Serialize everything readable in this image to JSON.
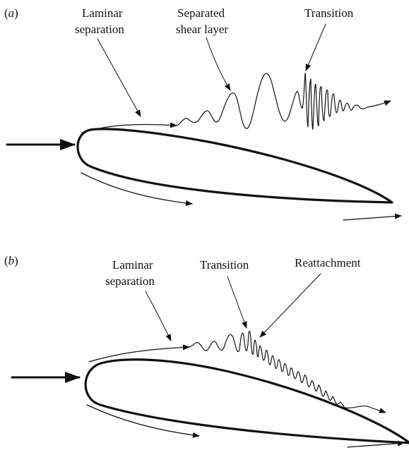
{
  "panels": [
    {
      "label_open": "(",
      "label_letter": "a",
      "label_close": ")",
      "annotations": {
        "laminar_line1": "Laminar",
        "laminar_line2": "separation",
        "shear_line1": "Separated",
        "shear_line2": "shear layer",
        "transition": "Transition"
      }
    },
    {
      "label_open": "(",
      "label_letter": "b",
      "label_close": ")",
      "annotations": {
        "laminar_line1": "Laminar",
        "laminar_line2": "separation",
        "transition": "Transition",
        "reattachment": "Reattachment"
      }
    }
  ],
  "colors": {
    "ink": "#111111",
    "background": "#ffffff"
  }
}
